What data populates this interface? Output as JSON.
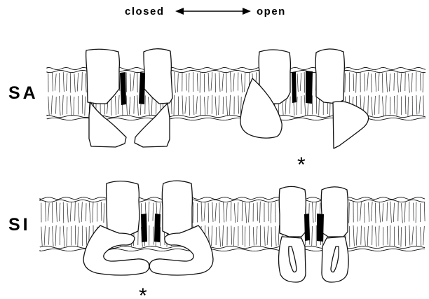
{
  "header": {
    "left_label": "closed",
    "right_label": "open"
  },
  "rows": [
    {
      "label": "SA",
      "open_marker": "*"
    },
    {
      "label": "SI",
      "closed_marker": "*"
    }
  ],
  "colors": {
    "ink": "#000000",
    "background": "#ffffff"
  }
}
